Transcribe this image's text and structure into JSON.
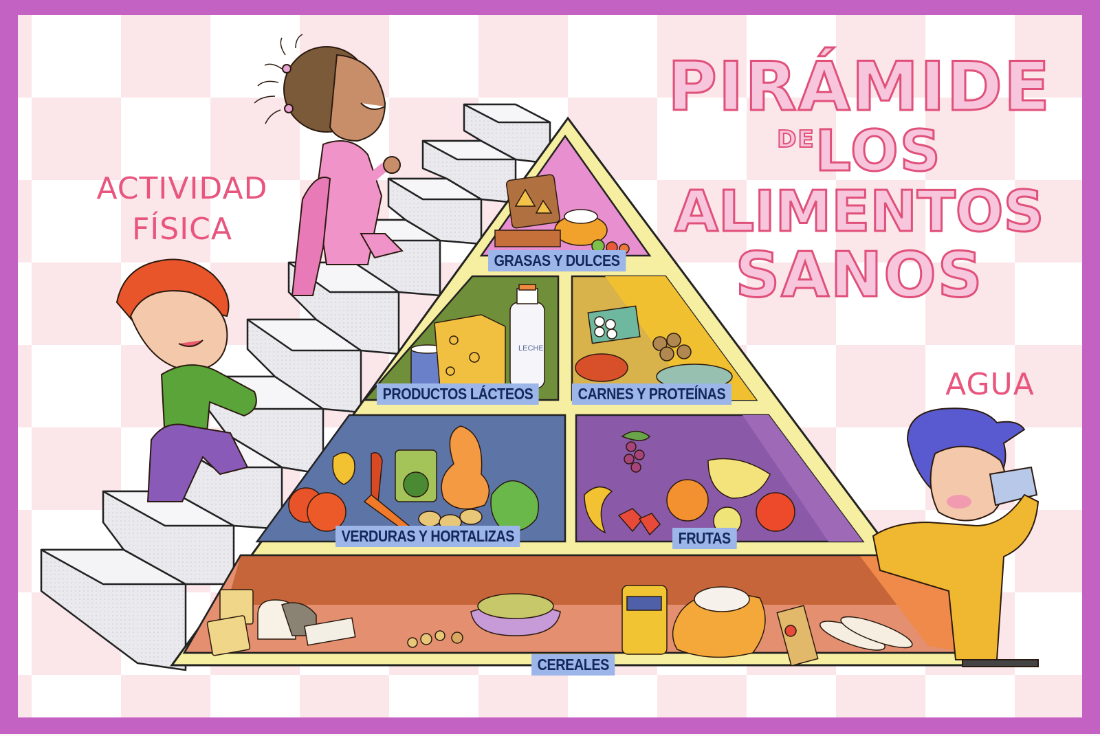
{
  "poster": {
    "title": {
      "line1": "PIRÁMIDE",
      "line2_small": "DE",
      "line2": "LOS",
      "line3": "ALIMENTOS",
      "line4": "SANOS"
    },
    "side_labels": {
      "activity_line1": "ACTIVIDAD",
      "activity_line2": "FÍSICA",
      "water": "AGUA"
    },
    "pyramid": {
      "tiers": [
        {
          "level": 1,
          "label": "GRASAS Y DULCES",
          "color": "#e88fd0"
        },
        {
          "level": 2,
          "label": "PRODUCTOS LÁCTEOS",
          "color": "#6f8f3a"
        },
        {
          "level": 2,
          "label": "CARNES Y PROTEÍNAS",
          "color": "#e8b230"
        },
        {
          "level": 3,
          "label": "VERDURAS Y HORTALIZAS",
          "color": "#5d74a6"
        },
        {
          "level": 3,
          "label": "FRUTAS",
          "color": "#8a5aa8"
        },
        {
          "level": 4,
          "label": "CEREALES",
          "color": "#c66a3a"
        }
      ],
      "frame_color": "#f6eea0",
      "label_bg": "#9db6ea",
      "label_text_color": "#13275a"
    },
    "illustrations": {
      "girl_on_stairs": "girl in pink tracksuit climbing stairs",
      "boy_on_stairs": "red-haired boy in green sweater climbing stairs",
      "boy_drinking": "blue-haired boy in yellow tracksuit drinking water",
      "milk_bottle_label": "LECHE"
    },
    "colors": {
      "border": "#c462c4",
      "title_fill": "#f7c6dc",
      "title_stroke": "#e0507a",
      "side_text": "#e8567e",
      "checker": "#fbe6ea"
    }
  }
}
